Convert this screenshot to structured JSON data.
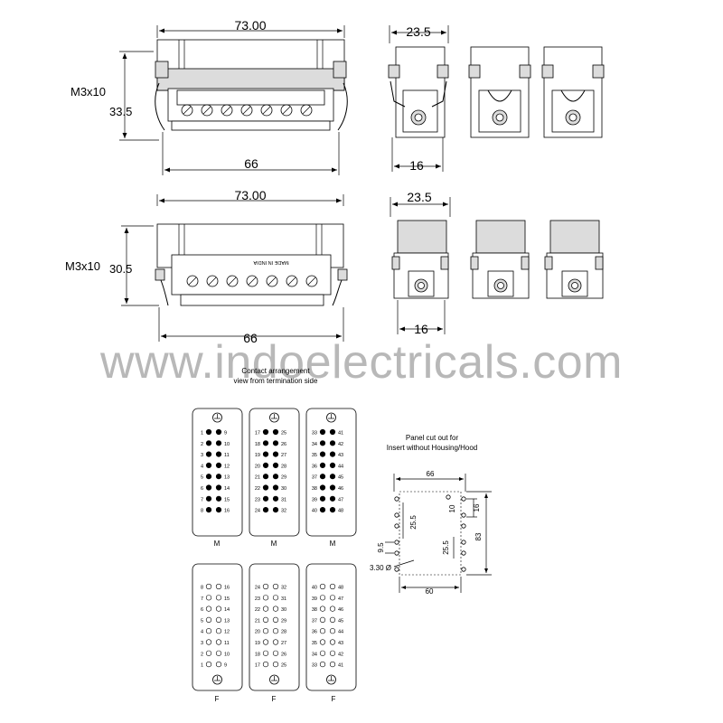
{
  "top_view": {
    "width_total": "73.00",
    "screw_label": "M3x10",
    "height": "33.5",
    "width_base": "66",
    "side_width": "23.5",
    "side_base": "16"
  },
  "bottom_view": {
    "width_total": "73.00",
    "screw_label": "M3x10",
    "height": "30.5",
    "width_base": "66",
    "side_width": "23.5",
    "side_base": "16",
    "stamp": "MADE IN INDIA"
  },
  "watermark": "www.indoelectricals.com",
  "contact_title": [
    "Contact arrangement",
    "view from termination side"
  ],
  "male": {
    "label": "M",
    "blocks": [
      {
        "left": [
          "1",
          "2",
          "3",
          "4",
          "5",
          "6",
          "7",
          "8"
        ],
        "right": [
          "9",
          "10",
          "11",
          "12",
          "13",
          "14",
          "15",
          "16"
        ]
      },
      {
        "left": [
          "17",
          "18",
          "19",
          "20",
          "21",
          "22",
          "23",
          "24"
        ],
        "right": [
          "25",
          "26",
          "27",
          "28",
          "29",
          "30",
          "31",
          "32"
        ]
      },
      {
        "left": [
          "33",
          "34",
          "35",
          "36",
          "37",
          "38",
          "39",
          "40"
        ],
        "right": [
          "41",
          "42",
          "43",
          "44",
          "45",
          "46",
          "47",
          "48"
        ]
      }
    ]
  },
  "female": {
    "label": "F",
    "blocks": [
      {
        "left": [
          "8",
          "7",
          "6",
          "5",
          "4",
          "3",
          "2",
          "1"
        ],
        "right": [
          "16",
          "15",
          "14",
          "13",
          "12",
          "11",
          "10",
          "9"
        ]
      },
      {
        "left": [
          "24",
          "23",
          "22",
          "21",
          "20",
          "19",
          "18",
          "17"
        ],
        "right": [
          "32",
          "31",
          "30",
          "29",
          "28",
          "27",
          "26",
          "25"
        ]
      },
      {
        "left": [
          "40",
          "39",
          "38",
          "37",
          "36",
          "35",
          "34",
          "33"
        ],
        "right": [
          "48",
          "47",
          "46",
          "45",
          "44",
          "43",
          "42",
          "41"
        ]
      }
    ]
  },
  "panel": {
    "title": [
      "Panel cut out for",
      "Insert without Housing/Hood"
    ],
    "top_width": "66",
    "bottom_width": "60",
    "height": "83",
    "right_upper": "16",
    "right_inner": "10",
    "mid_left": "25.5",
    "mid_right": "25.5",
    "left_small": "9.5",
    "hole": "3.30 Ø"
  }
}
